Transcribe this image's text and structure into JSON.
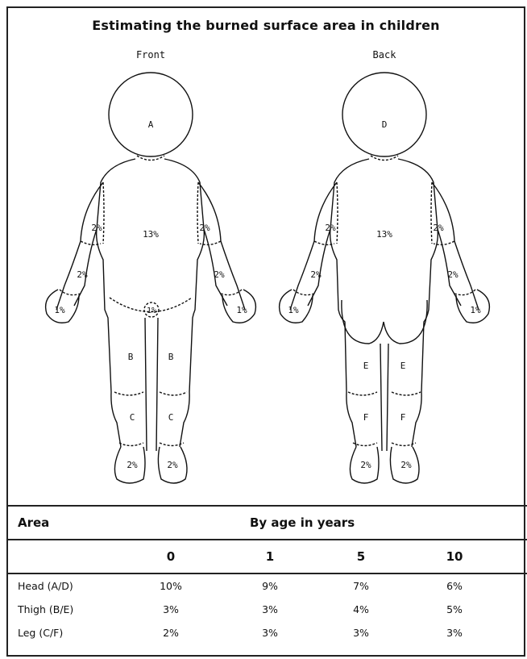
{
  "title": "Estimating the burned surface area in children",
  "views": {
    "front": {
      "label": "Front",
      "head": "A",
      "trunk": "13%",
      "upper_arm_left": "2%",
      "upper_arm_right": "2%",
      "forearm_left": "2%",
      "forearm_right": "2%",
      "hand_left": "1%",
      "hand_right": "1%",
      "genitals": "1%",
      "thigh_left": "B",
      "thigh_right": "B",
      "leg_left": "C",
      "leg_right": "C",
      "foot_left": "2%",
      "foot_right": "2%"
    },
    "back": {
      "label": "Back",
      "head": "D",
      "trunk": "13%",
      "upper_arm_left": "2%",
      "upper_arm_right": "2%",
      "forearm_left": "2%",
      "forearm_right": "2%",
      "hand_left": "1%",
      "hand_right": "1%",
      "thigh_left": "E",
      "thigh_right": "E",
      "leg_left": "F",
      "leg_right": "F",
      "foot_left": "2%",
      "foot_right": "2%"
    }
  },
  "table": {
    "area_header": "Area",
    "group_header": "By age in years",
    "ages": [
      "0",
      "1",
      "5",
      "10"
    ],
    "rows": [
      {
        "area": "Head (A/D)",
        "values": [
          "10%",
          "9%",
          "7%",
          "6%"
        ]
      },
      {
        "area": "Thigh (B/E)",
        "values": [
          "3%",
          "3%",
          "4%",
          "5%"
        ]
      },
      {
        "area": "Leg (C/F)",
        "values": [
          "2%",
          "3%",
          "3%",
          "3%"
        ]
      }
    ]
  }
}
